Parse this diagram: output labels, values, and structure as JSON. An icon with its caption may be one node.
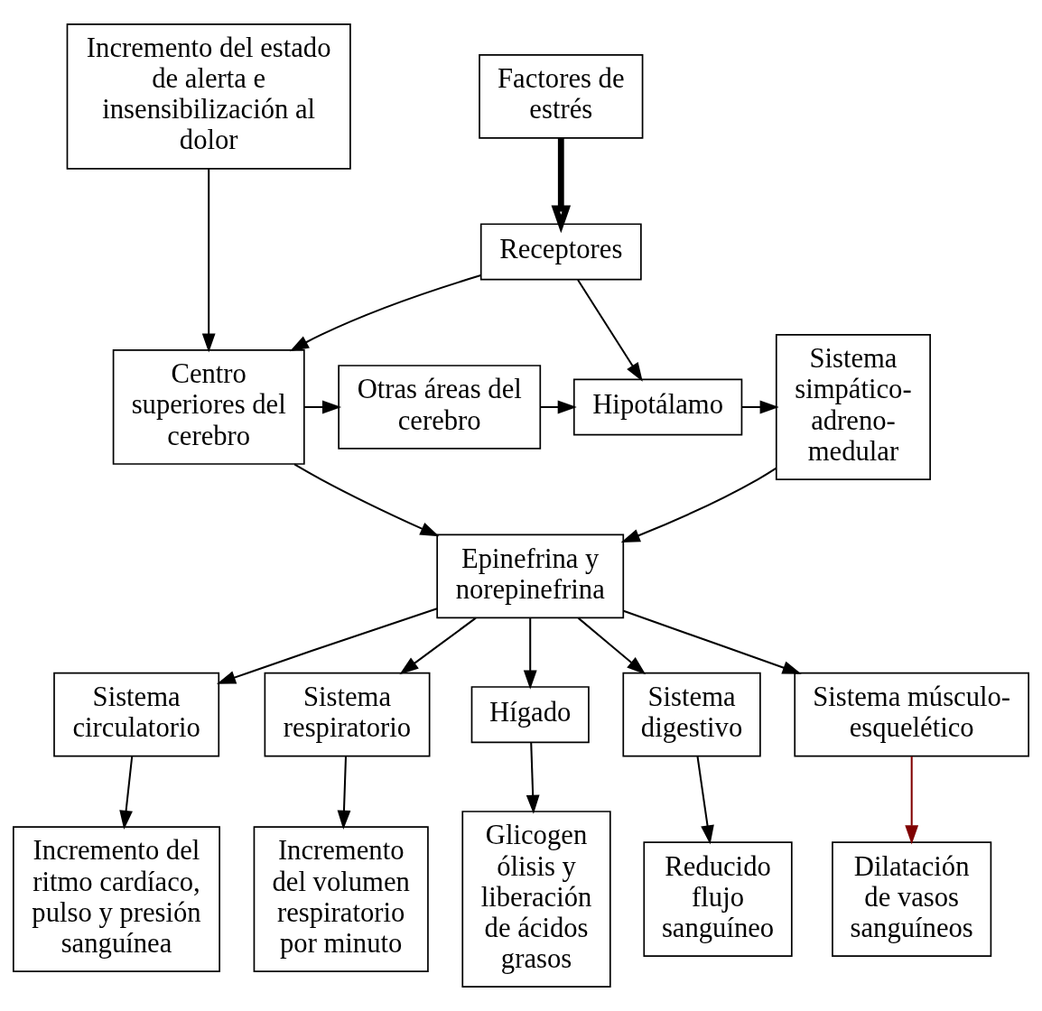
{
  "diagram": {
    "nodes": [
      {
        "text": [
          "Factores de estrés"
        ]
      },
      {
        "text": [
          "Incremento del estado de alerta e insensibilización al dolor"
        ]
      },
      {
        "text": [
          "Receptores"
        ]
      },
      {
        "text": [
          "Centro superiores del cerebro"
        ]
      },
      {
        "text": [
          "Otras áreas del cerebro"
        ]
      },
      {
        "text": [
          "Hipotálamo"
        ]
      },
      {
        "text": [
          "Sistema simpático-adreno-medular"
        ]
      },
      {
        "text": [
          "Epinefrina y norepinefrina"
        ]
      },
      {
        "text": [
          "Sistema circulatorio"
        ]
      },
      {
        "text": [
          "Sistema respiratorio"
        ]
      },
      {
        "text": [
          "Hígado"
        ]
      },
      {
        "text": [
          "Sistema digestivo"
        ]
      },
      {
        "text": [
          "Sistema músculo-esquelético"
        ]
      },
      {
        "text": [
          "Incremento del ritmo cardíaco, pulso y presión sanguínea"
        ]
      },
      {
        "text": [
          "Incremento del volumen respiratorio por minuto"
        ]
      },
      {
        "text": [
          "Glicogen ólisis y liberación de ácidos grasos"
        ]
      },
      {
        "text": [
          "Reducido flujo sanguíneo"
        ]
      },
      {
        "text": [
          "Dilatación de vasos sanguíneos"
        ]
      }
    ],
    "edges": [
      {
        "from": 0,
        "to": 2,
        "arrow": "to",
        "style": "thick"
      },
      {
        "from": 1,
        "to": 3,
        "arrow": "to"
      },
      {
        "from": 2,
        "to": 3,
        "arrow": "to"
      },
      {
        "from": 2,
        "to": 5,
        "arrow": "to"
      },
      {
        "from": 3,
        "to": 4,
        "arrow": "to"
      },
      {
        "from": 4,
        "to": 5,
        "arrow": "to"
      },
      {
        "from": 5,
        "to": 6,
        "arrow": "to"
      },
      {
        "from": 3,
        "to": 7,
        "arrow": "to"
      },
      {
        "from": 6,
        "to": 7,
        "arrow": "to"
      },
      {
        "from": 7,
        "to": 8,
        "arrow": "to"
      },
      {
        "from": 7,
        "to": 9,
        "arrow": "to"
      },
      {
        "from": 7,
        "to": 10,
        "arrow": "to"
      },
      {
        "from": 7,
        "to": 11,
        "arrow": "to"
      },
      {
        "from": 7,
        "to": 12,
        "arrow": "to"
      },
      {
        "from": 8,
        "to": 13,
        "arrow": "to"
      },
      {
        "from": 9,
        "to": 14,
        "arrow": "to"
      },
      {
        "from": 10,
        "to": 15,
        "arrow": "to"
      },
      {
        "from": 11,
        "to": 16,
        "arrow": "to"
      },
      {
        "from": 12,
        "to": 17,
        "arrow": "to",
        "color": "#800000"
      }
    ]
  }
}
